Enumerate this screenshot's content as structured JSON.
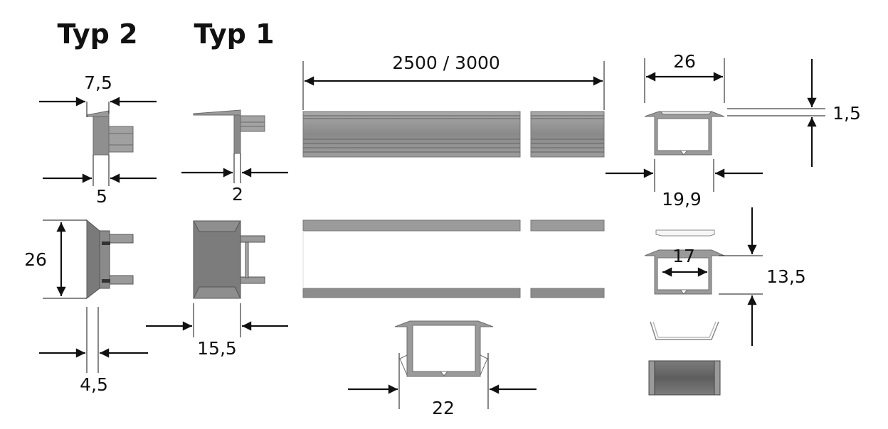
{
  "headers": {
    "type2": "Typ 2",
    "type1": "Typ 1"
  },
  "dimensions": {
    "type2_top_width": "7,5",
    "type2_side_width": "5",
    "type2_height": "26",
    "type2_bottom_width": "4,5",
    "type1_side_width": "2",
    "type1_bottom_width": "15,5",
    "length": "2500 / 3000",
    "profile_width_top": "26",
    "lip_thickness": "1,5",
    "profile_width_inner": "19,9",
    "channel_width": "17",
    "profile_height": "13,5",
    "cutout_width": "22"
  },
  "colors": {
    "metal": "#8f8f8f",
    "metal_dark": "#6e6e6e",
    "metal_light": "#b8b8b8",
    "line": "#111111"
  }
}
